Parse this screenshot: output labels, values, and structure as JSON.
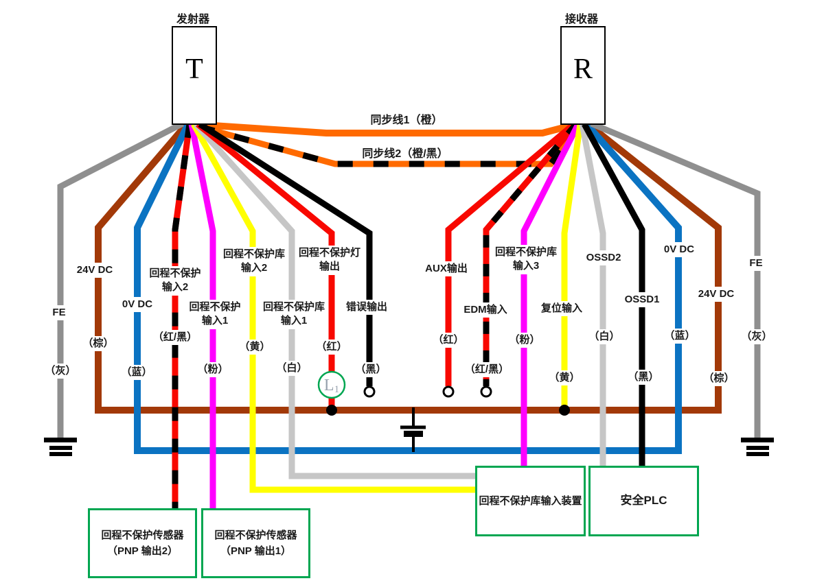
{
  "transmitter": {
    "title": "发射器",
    "letter": "T"
  },
  "receiver": {
    "title": "接收器",
    "letter": "R"
  },
  "sync": {
    "line1_label": "同步线1（橙）",
    "line2_label": "同步线2（橙/黑）"
  },
  "wires": {
    "fe_left": {
      "signal": "FE",
      "color": "（灰）"
    },
    "v24_left": {
      "signal": "24V DC",
      "color": "（棕）"
    },
    "v0_left": {
      "signal": "0V DC",
      "color": "（蓝）"
    },
    "muting_in2": {
      "signal": "回程不保护\n输入2",
      "color": "（红/黑）"
    },
    "muting_in1": {
      "signal": "回程不保护\n输入1",
      "color": "（粉）"
    },
    "lib_in2": {
      "signal": "回程不保护库\n输入2",
      "color": "（黄）"
    },
    "lib_in1": {
      "signal": "回程不保护库\n输入1",
      "color": "（白）"
    },
    "lamp_out": {
      "signal": "回程不保护灯\n输出",
      "color": "（红）"
    },
    "err_out": {
      "signal": "错误输出",
      "color": "（黑）"
    },
    "aux_out": {
      "signal": "AUX输出",
      "color": "（红）"
    },
    "edm_in": {
      "signal": "EDM输入",
      "color": "（红/黑）"
    },
    "lib_in3": {
      "signal": "回程不保护库\n输入3",
      "color": "（粉）"
    },
    "reset_in": {
      "signal": "复位输入",
      "color": "（黄）"
    },
    "ossd2": {
      "signal": "OSSD2",
      "color": "（白）"
    },
    "ossd1": {
      "signal": "OSSD1",
      "color": "（黑）"
    },
    "v0_right": {
      "signal": "0V DC",
      "color": "（蓝）"
    },
    "v24_right": {
      "signal": "24V DC",
      "color": "（棕）"
    },
    "fe_right": {
      "signal": "FE",
      "color": "（灰）"
    }
  },
  "lamp": {
    "letter": "L",
    "sub": "1"
  },
  "boxes": {
    "sensor2": {
      "line1": "回程不保护传感器",
      "line2": "（PNP 输出2）"
    },
    "sensor1": {
      "line1": "回程不保护传感器",
      "line2": "（PNP 输出1）"
    },
    "lib_device": {
      "label": "回程不保护库输入装置"
    },
    "plc": {
      "label": "安全PLC"
    }
  },
  "palette": {
    "orange": "#FF6A00",
    "brown": "#A23908",
    "blue": "#0B73C2",
    "magenta": "#FF00FF",
    "yellow": "#FFFF00",
    "red": "#F80800",
    "black": "#000000",
    "gray": "#8F8F8F",
    "lightgray": "#C6C6C6",
    "green": "#00A651",
    "lamp_text": "#98A2AE",
    "white": "#FFFFFF"
  }
}
